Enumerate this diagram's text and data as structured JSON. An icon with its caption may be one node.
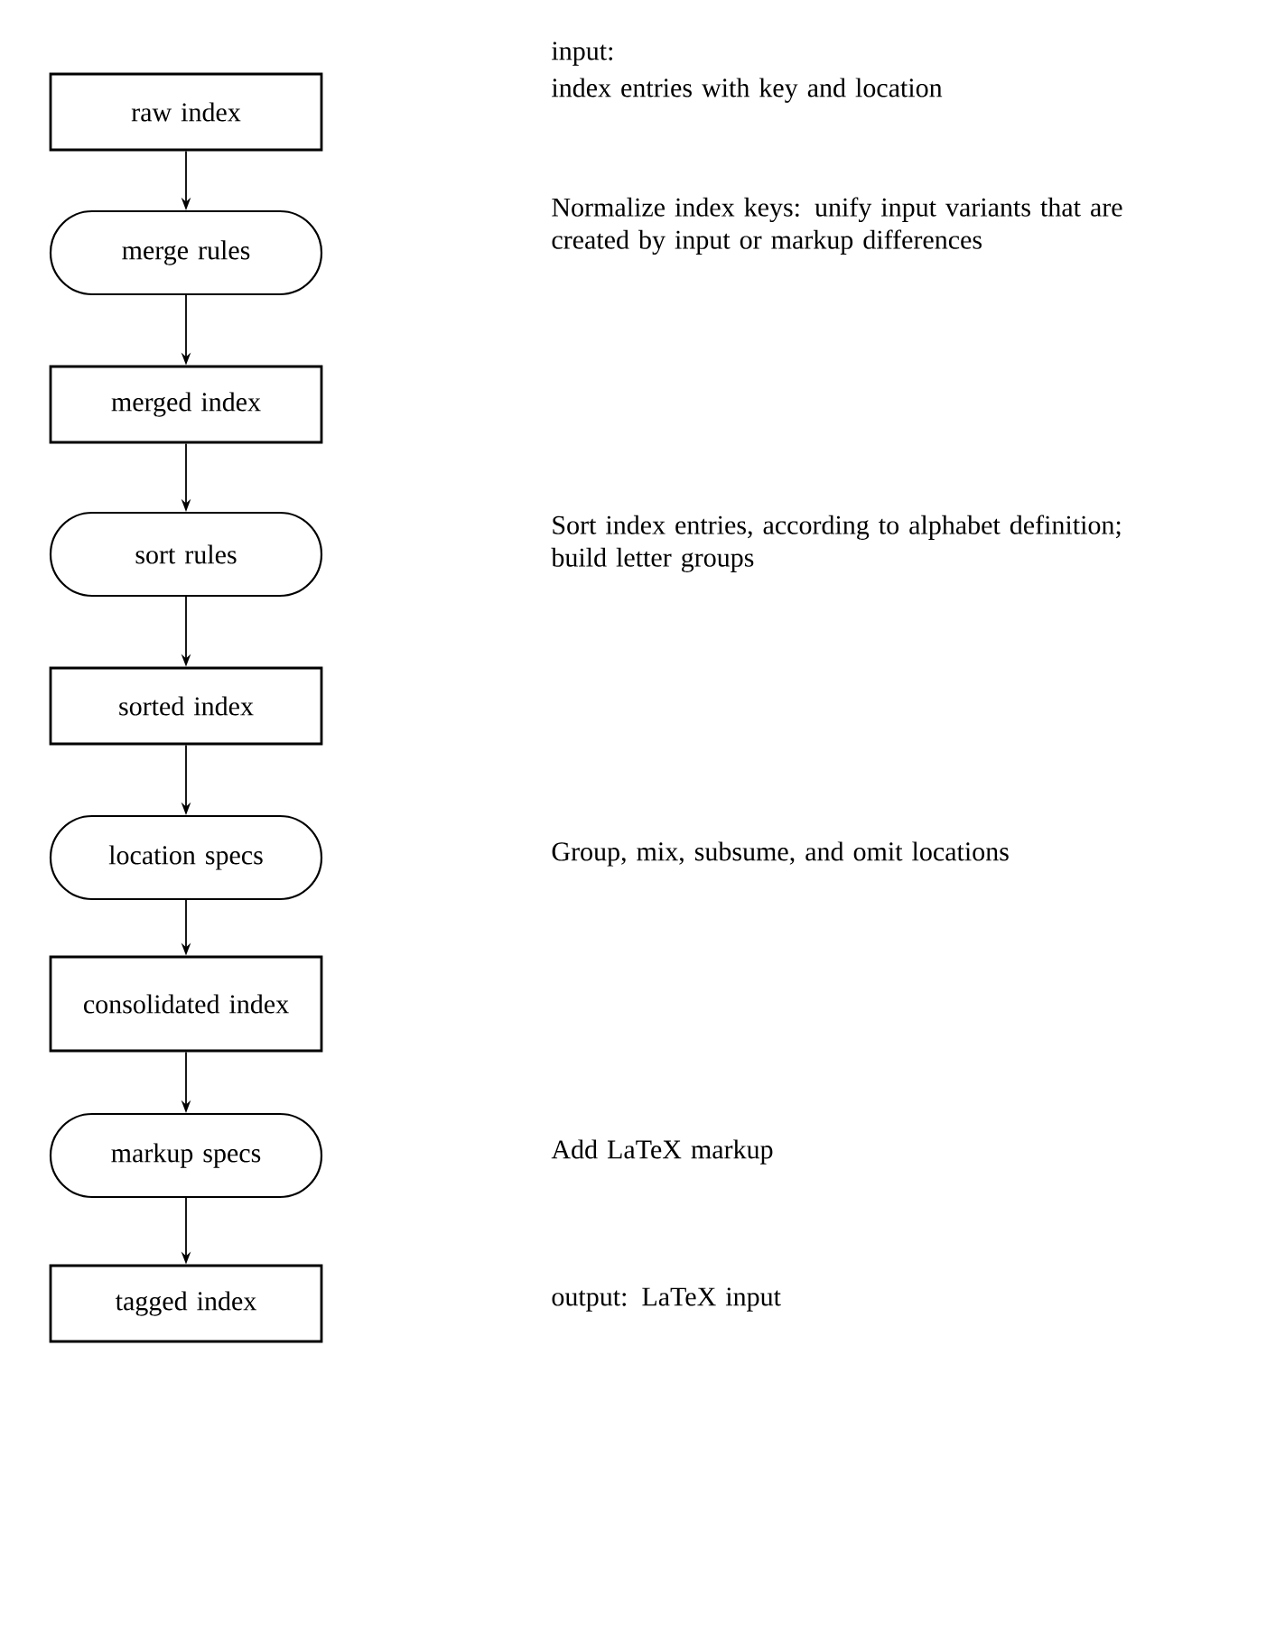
{
  "diagram": {
    "nodes": [
      {
        "text": [
          "raw index"
        ]
      },
      {
        "text": [
          "merge rules"
        ]
      },
      {
        "text": [
          "merged index"
        ]
      },
      {
        "text": [
          "sort rules"
        ]
      },
      {
        "text": [
          "sorted index"
        ]
      },
      {
        "text": [
          "location specs"
        ]
      },
      {
        "text": [
          "consolidated index"
        ]
      },
      {
        "text": [
          "markup specs"
        ]
      },
      {
        "text": [
          "tagged index"
        ]
      }
    ],
    "edges": [
      {
        "from": 0,
        "to": 1,
        "arrow": "to"
      },
      {
        "from": 1,
        "to": 2,
        "arrow": "to"
      },
      {
        "from": 2,
        "to": 3,
        "arrow": "to"
      },
      {
        "from": 3,
        "to": 4,
        "arrow": "to"
      },
      {
        "from": 4,
        "to": 5,
        "arrow": "to"
      },
      {
        "from": 5,
        "to": 6,
        "arrow": "to"
      },
      {
        "from": 6,
        "to": 7,
        "arrow": "to"
      },
      {
        "from": 7,
        "to": 8,
        "arrow": "to"
      }
    ],
    "labels": [
      "input:",
      "index entries with key and location",
      "Normalize index keys: unify input variants that are created by input or markup differences",
      "Sort index entries, according to alphabet definition; build letter groups",
      "Group, mix, subsume, and omit locations",
      "Add LaTeX markup",
      "output: LaTeX input"
    ]
  }
}
